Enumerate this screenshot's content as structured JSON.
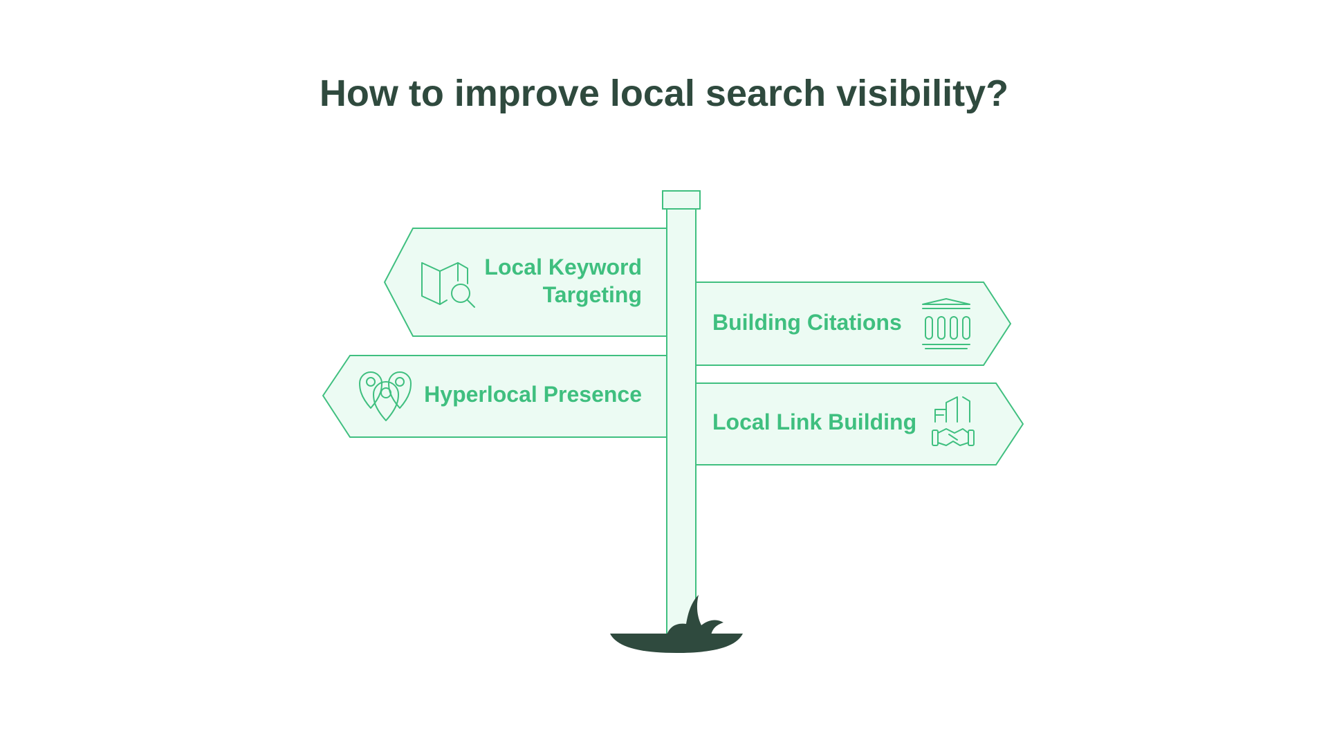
{
  "title": "How to improve local search visibility?",
  "signs": [
    {
      "label_line1": "Local Keyword",
      "label_line2": "Targeting",
      "icon": "map-search-icon"
    },
    {
      "label": "Building Citations",
      "icon": "columns-building-icon"
    },
    {
      "label": "Hyperlocal Presence",
      "icon": "map-pins-icon"
    },
    {
      "label": "Local Link Building",
      "icon": "handshake-buildings-icon"
    }
  ],
  "colors": {
    "title": "#2f4a3e",
    "accent": "#3fbf7f",
    "sign_fill": "#ecfbf3",
    "ground": "#2f4a3e"
  }
}
